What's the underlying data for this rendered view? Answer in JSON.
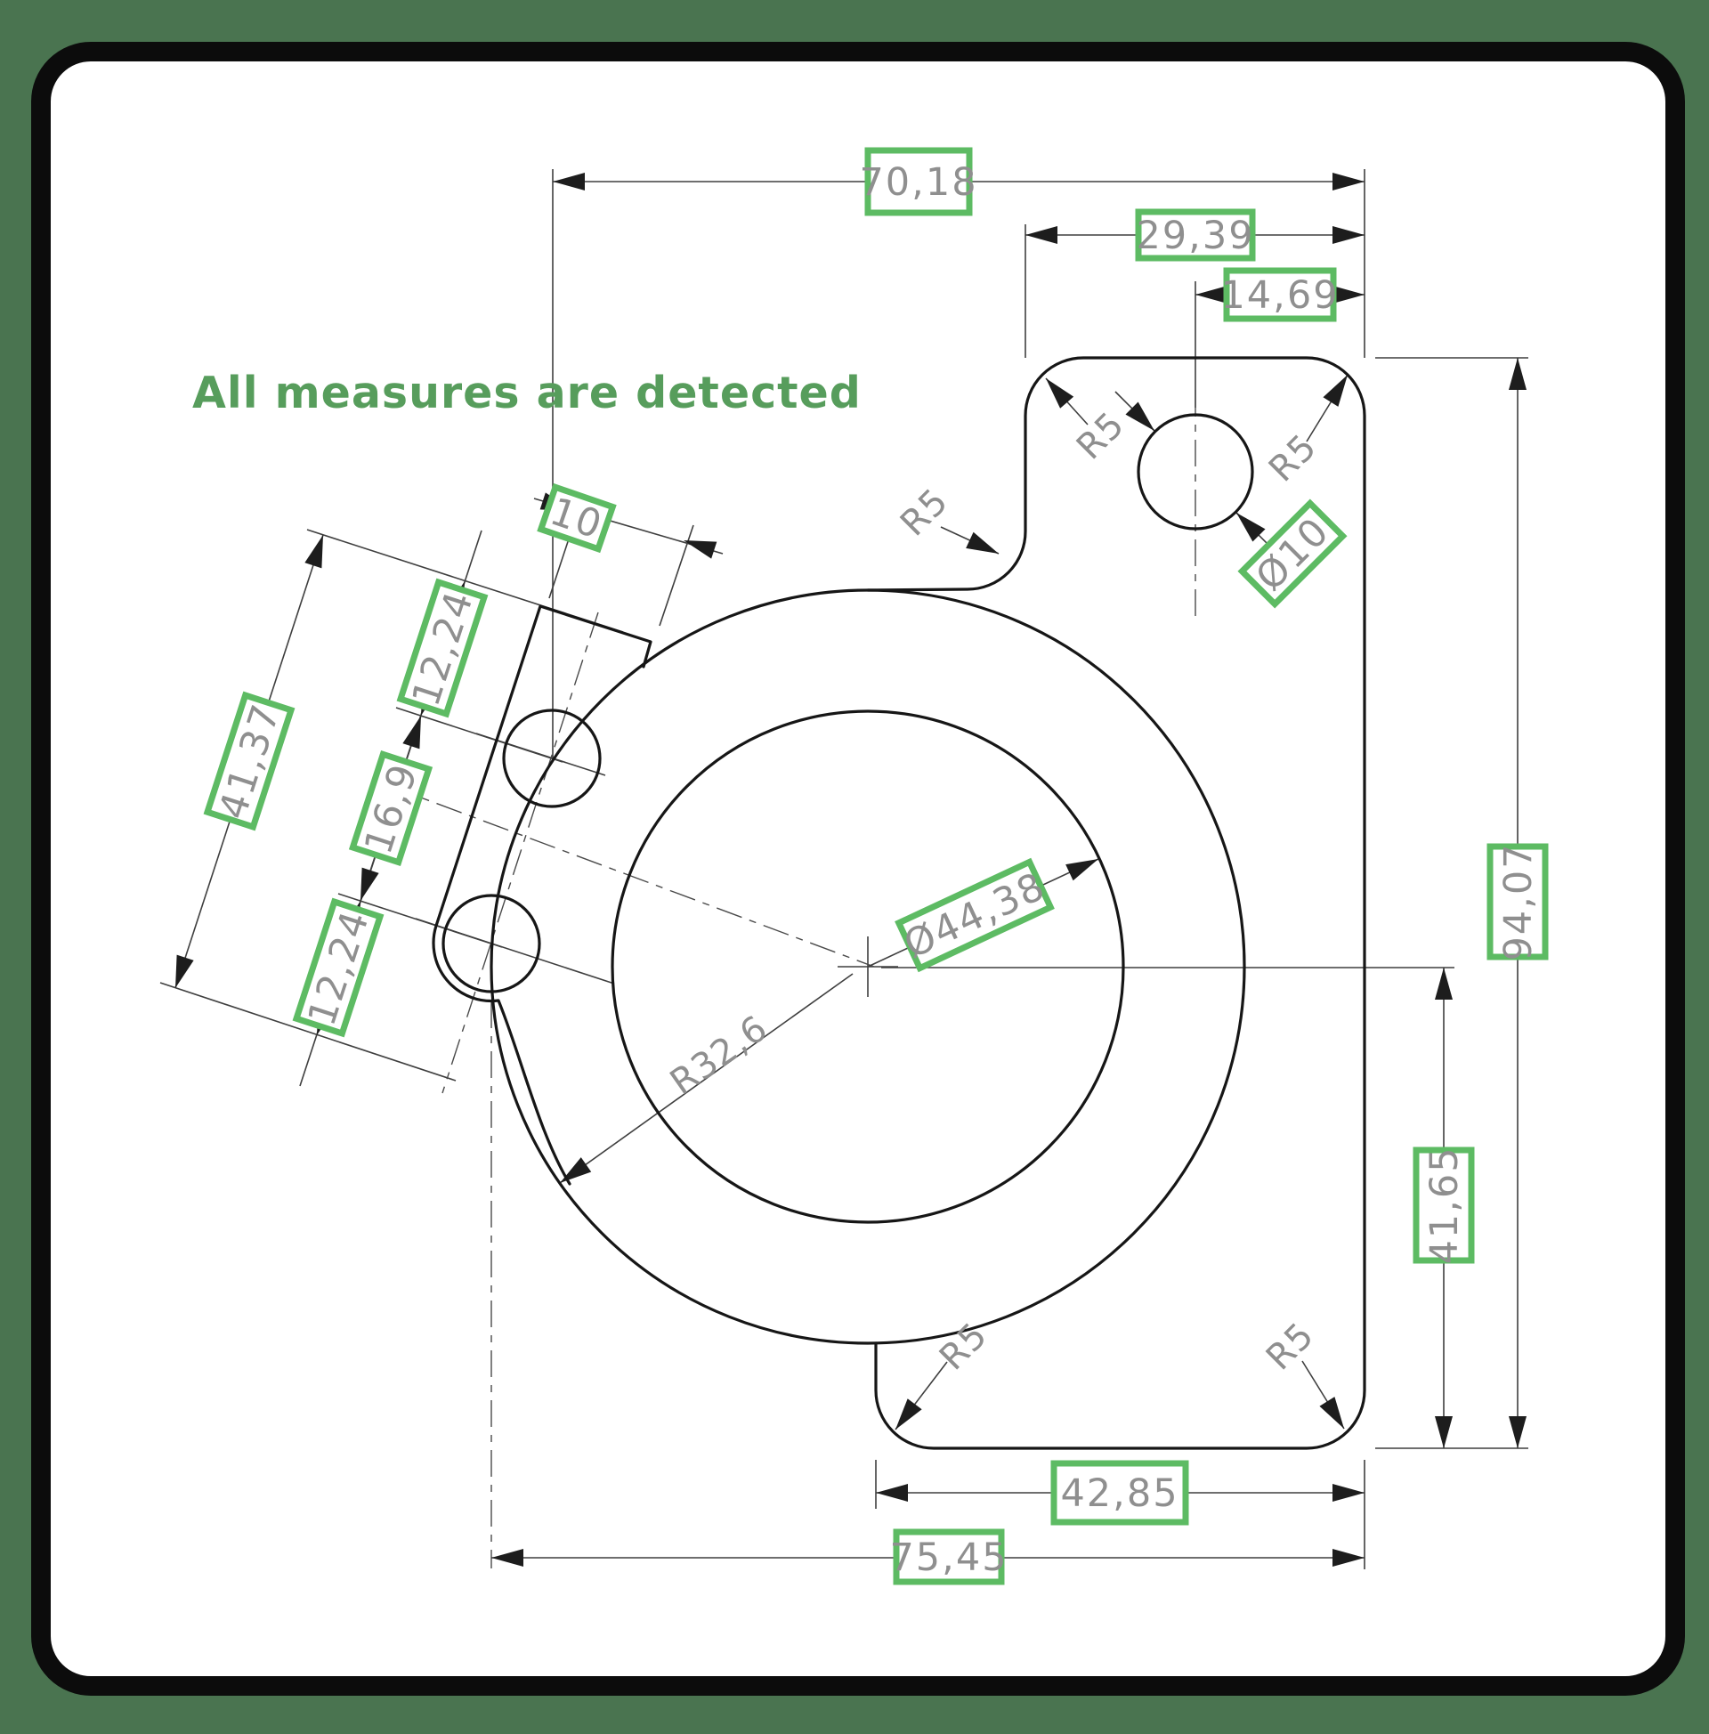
{
  "title": "All measures are detected",
  "colors": {
    "background": "#4a7450",
    "card": "#ffffff",
    "card_border": "#0c0c0c",
    "highlight_green": "#5dbb63",
    "title_green": "#579d5c",
    "dim_text_gray": "#8f8f8f",
    "drawing_black": "#161616"
  },
  "labels": {
    "top_width": "70,18",
    "notch_width": "29,39",
    "hole_offset": "14,69",
    "right_height": "94,07",
    "lower_right_height": "41,65",
    "bottom_inner_width": "42,85",
    "bottom_width": "75,45",
    "tab_width": "10",
    "tab_upper_seg": "12,24",
    "tab_hole_spacing": "16,9",
    "tab_lower_seg": "12,24",
    "tab_length": "41,37",
    "bore_dia": "Ø44,38",
    "boss_radius": "R32,6",
    "hole_dia": "Ø10",
    "fillets": [
      "R5",
      "R5",
      "R5",
      "R5",
      "R5"
    ]
  }
}
